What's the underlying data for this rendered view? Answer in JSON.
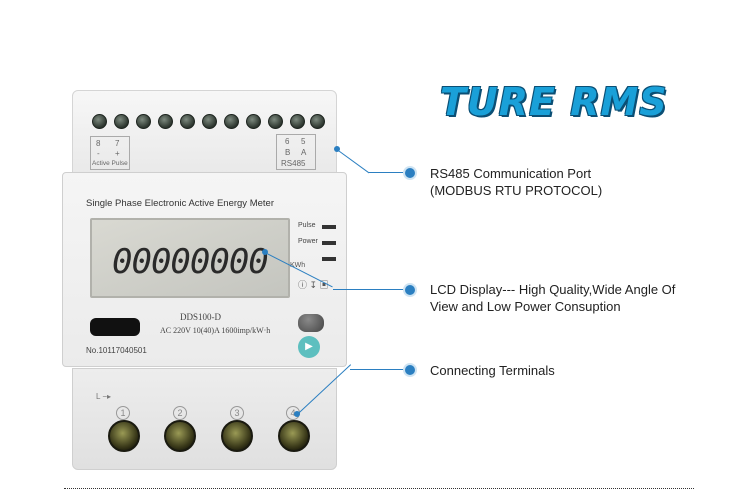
{
  "headline": "TURE RMS",
  "device": {
    "top_left_table": [
      "8",
      "7",
      "-",
      "+",
      "Active Pulse"
    ],
    "top_right_table": [
      "6",
      "5",
      "B",
      "A",
      "RS485"
    ],
    "title": "Single Phase Electronic Active Energy Meter",
    "lcd_digits": "00000000",
    "lcd_unit": "KWh",
    "indicators": [
      "Pulse",
      "Power"
    ],
    "model": "DDS100-D",
    "spec": "AC 220V 10(40)A 1600imp/kW·h",
    "serial": "No.10117040501",
    "terminal_numbers": [
      "1",
      "2",
      "3",
      "4"
    ],
    "terminal_side_label": "L"
  },
  "callouts": [
    {
      "lines": [
        "RS485 Communication Port",
        "(MODBUS RTU PROTOCOL)"
      ]
    },
    {
      "lines": [
        "LCD Display--- High Quality,Wide Angle Of",
        "View and Low Power Consuption"
      ]
    },
    {
      "lines": [
        "Connecting Terminals"
      ]
    }
  ],
  "colors": {
    "accent": "#2b7fc1",
    "headline": "#1aa0d8",
    "headline_outline": "#0b4f75"
  }
}
